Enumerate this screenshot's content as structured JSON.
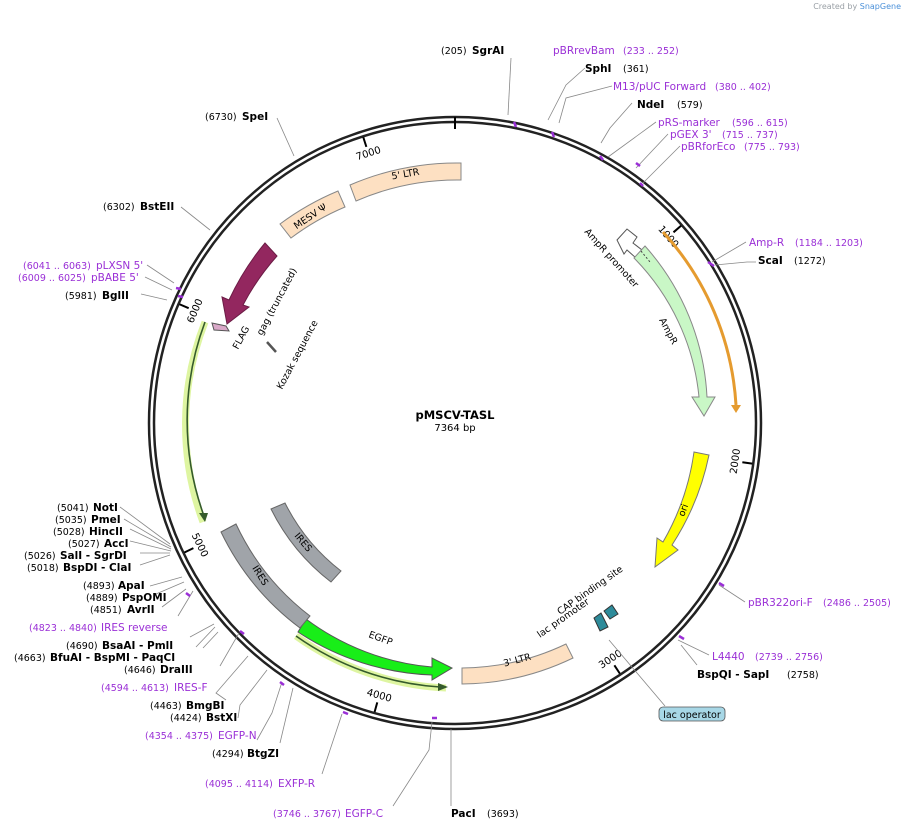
{
  "credit": {
    "created_by": "Created by",
    "brand": "SnapGene"
  },
  "plasmid": {
    "name": "pMSCV-TASL",
    "length_label": "7364 bp",
    "length": 7364
  },
  "ticks": [
    {
      "label": "1000",
      "pos": 1000
    },
    {
      "label": "2000",
      "pos": 2000
    },
    {
      "label": "3000",
      "pos": 3000
    },
    {
      "label": "4000",
      "pos": 4000
    },
    {
      "label": "5000",
      "pos": 5000
    },
    {
      "label": "6000",
      "pos": 6000
    },
    {
      "label": "7000",
      "pos": 7000
    }
  ],
  "features": [
    {
      "name": "5' LTR",
      "start": 6850,
      "end": 7250,
      "color": "#fde0c2",
      "dir": "none"
    },
    {
      "name": "MESV Ψ",
      "start": 6600,
      "end": 6820,
      "color": "#fde0c2",
      "dir": "none"
    },
    {
      "name": "gag (truncated)",
      "start": 6220,
      "end": 6560,
      "color": "#93275f",
      "dir": "rev"
    },
    {
      "name": "AmpR promoter",
      "start": 1000,
      "end": 1100,
      "color": "#ffffff",
      "dir": "fwd"
    },
    {
      "name": "AmpR",
      "start": 1100,
      "end": 1960,
      "color": "#c9f7c6",
      "dir": "fwd"
    },
    {
      "name": "ori",
      "start": 2150,
      "end": 2720,
      "color": "#ffff00",
      "dir": "rev"
    },
    {
      "name": "3' LTR",
      "start": 3160,
      "end": 3640,
      "color": "#fde0c2",
      "dir": "none"
    },
    {
      "name": "EGFP",
      "start": 3700,
      "end": 4420,
      "color": "#18ee18",
      "dir": "rev"
    },
    {
      "name": "IRES",
      "start": 4430,
      "end": 4990,
      "color": "#a0a4a9",
      "dir": "none"
    },
    {
      "name": "IRES",
      "start": 4620,
      "end": 4990,
      "color": "#a0a4a9",
      "dir": "none"
    }
  ],
  "inner_labels": [
    {
      "text": "AmpR promoter"
    },
    {
      "text": "AmpR"
    },
    {
      "text": "ori"
    },
    {
      "text": "CAP binding site"
    },
    {
      "text": "lac promoter"
    },
    {
      "text": "FLAG"
    },
    {
      "text": "gag (truncated)"
    },
    {
      "text": "Kozak sequence"
    },
    {
      "text": "5' LTR"
    },
    {
      "text": "MESV Ψ"
    },
    {
      "text": "3' LTR"
    },
    {
      "text": "EGFP"
    },
    {
      "text": "IRES"
    }
  ],
  "sites": [
    {
      "pos_label": "(205)",
      "name": "SgrAI",
      "kind": "enzyme"
    },
    {
      "name": "pBRrevBam",
      "range": "(233 .. 252)",
      "kind": "primer"
    },
    {
      "name": "SphI",
      "pos_label": "(361)",
      "kind": "enzyme"
    },
    {
      "name": "M13/pUC Forward",
      "range": "(380 .. 402)",
      "kind": "primer"
    },
    {
      "name": "NdeI",
      "pos_label": "(579)",
      "kind": "enzyme"
    },
    {
      "name": "pRS-marker",
      "range": "(596 .. 615)",
      "kind": "primer"
    },
    {
      "name": "pGEX 3'",
      "range": "(715 .. 737)",
      "kind": "primer"
    },
    {
      "name": "pBRforEco",
      "range": "(775 .. 793)",
      "kind": "primer"
    },
    {
      "name": "Amp-R",
      "range": "(1184 .. 1203)",
      "kind": "primer"
    },
    {
      "name": "ScaI",
      "pos_label": "(1272)",
      "kind": "enzyme"
    },
    {
      "name": "pBR322ori-F",
      "range": "(2486 .. 2505)",
      "kind": "primer"
    },
    {
      "name": "L4440",
      "range": "(2739 .. 2756)",
      "kind": "primer"
    },
    {
      "name": "BspQI - SapI",
      "pos_label": "(2758)",
      "kind": "enzyme"
    },
    {
      "name": "lac operator",
      "kind": "box"
    },
    {
      "name": "PacI",
      "pos_label": "(3693)",
      "kind": "enzyme"
    },
    {
      "range": "(3746 .. 3767)",
      "name": "EGFP-C",
      "kind": "primer"
    },
    {
      "range": "(4095 .. 4114)",
      "name": "EXFP-R",
      "kind": "primer"
    },
    {
      "pos_label": "(4294)",
      "name": "BtgZI",
      "kind": "enzyme"
    },
    {
      "range": "(4354 .. 4375)",
      "name": "EGFP-N",
      "kind": "primer"
    },
    {
      "pos_label": "(4424)",
      "name": "BstXI",
      "kind": "enzyme"
    },
    {
      "pos_label": "(4463)",
      "name": "BmgBI",
      "kind": "enzyme"
    },
    {
      "range": "(4594 .. 4613)",
      "name": "IRES-F",
      "kind": "primer"
    },
    {
      "pos_label": "(4646)",
      "name": "DraIII",
      "kind": "enzyme"
    },
    {
      "pos_label": "(4663)",
      "name": "BfuAI - BspMI - PaqCI",
      "kind": "enzyme"
    },
    {
      "pos_label": "(4690)",
      "name": "BsaAI - PmlI",
      "kind": "enzyme"
    },
    {
      "range": "(4823 .. 4840)",
      "name": "IRES reverse",
      "kind": "primer"
    },
    {
      "pos_label": "(4851)",
      "name": "AvrII",
      "kind": "enzyme"
    },
    {
      "pos_label": "(4889)",
      "name": "PspOMI",
      "kind": "enzyme"
    },
    {
      "pos_label": "(4893)",
      "name": "ApaI",
      "kind": "enzyme"
    },
    {
      "pos_label": "(5018)",
      "name": "BspDI - ClaI",
      "kind": "enzyme"
    },
    {
      "pos_label": "(5026)",
      "name": "SalI - SgrDI",
      "kind": "enzyme"
    },
    {
      "pos_label": "(5027)",
      "name": "AccI",
      "kind": "enzyme"
    },
    {
      "pos_label": "(5028)",
      "name": "HincII",
      "kind": "enzyme"
    },
    {
      "pos_label": "(5035)",
      "name": "PmeI",
      "kind": "enzyme"
    },
    {
      "pos_label": "(5041)",
      "name": "NotI",
      "kind": "enzyme"
    },
    {
      "pos_label": "(5981)",
      "name": "BglII",
      "kind": "enzyme"
    },
    {
      "range": "(6009 .. 6025)",
      "name": "pBABE 5'",
      "kind": "primer"
    },
    {
      "range": "(6041 .. 6063)",
      "name": "pLXSN 5'",
      "kind": "primer"
    },
    {
      "pos_label": "(6302)",
      "name": "BstEII",
      "kind": "enzyme"
    },
    {
      "pos_label": "(6730)",
      "name": "SpeI",
      "kind": "enzyme"
    }
  ]
}
